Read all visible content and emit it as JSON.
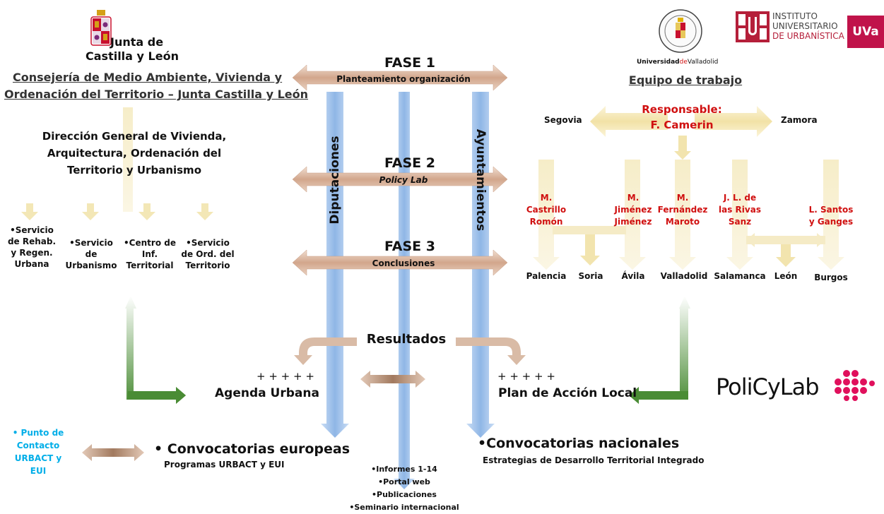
{
  "logos": {
    "junta_line1": "Junta de",
    "junta_line2": "Castilla y León",
    "uva_caption_a": "Universidad",
    "uva_caption_b": "de",
    "uva_caption_c": "Valladolid",
    "iu_line1": "INSTITUTO",
    "iu_line2": "UNIVERSITARIO",
    "iu_line3": "DE URBANÍSTICA",
    "uva_badge": "UVa",
    "policylab_a": "PoliCy",
    "policylab_b": "Lab"
  },
  "left": {
    "consejeria_line1": "Consejería de Medio Ambiente, Vivienda y",
    "consejeria_line2": "Ordenación del Territorio – Junta Castilla y León",
    "direccion_line1": "Dirección General de Vivienda,",
    "direccion_line2": "Arquitectura, Ordenación del",
    "direccion_line3": "Territorio y Urbanismo",
    "services": [
      {
        "l1": "•Servicio",
        "l2": "de Rehab.",
        "l3": "y Regen.",
        "l4": "Urbana"
      },
      {
        "l1": "•Servicio",
        "l2": "de",
        "l3": "Urbanismo",
        "l4": ""
      },
      {
        "l1": "•Centro de",
        "l2": "Inf.",
        "l3": "Territorial",
        "l4": ""
      },
      {
        "l1": "•Servicio",
        "l2": "de Ord. del",
        "l3": "Territorio",
        "l4": ""
      }
    ]
  },
  "center": {
    "fase1": "FASE 1",
    "fase1_band": "Planteamiento organización",
    "fase2": "FASE 2",
    "fase2_band": "Policy Lab",
    "fase3": "FASE 3",
    "fase3_band": "Conclusiones",
    "diputaciones": "Diputaciones",
    "ayuntamientos": "Ayuntamientos",
    "resultados": "Resultados",
    "plus_left": "+ + + + +",
    "plus_right": "+ + + + +",
    "agenda": "Agenda Urbana",
    "plan": "Plan de Acción Local",
    "outputs": [
      "•Informes 1-14",
      "•Portal web",
      "•Publicaciones",
      "•Seminario internacional"
    ]
  },
  "right": {
    "equipo": "Equipo de trabajo",
    "responsable_line1": "Responsable:",
    "responsable_line2": "F. Camerin",
    "segovia": "Segovia",
    "zamora": "Zamora",
    "members": [
      {
        "l1": "M.",
        "l2": "Castrillo",
        "l3": "Romón"
      },
      {
        "l1": "M.",
        "l2": "Jiménez",
        "l3": "Jiménez"
      },
      {
        "l1": "M.",
        "l2": "Fernández",
        "l3": "Maroto"
      },
      {
        "l1": "J. L. de",
        "l2": "las Rivas",
        "l3": "Sanz"
      },
      {
        "l1": "L. Santos",
        "l2": "y Ganges",
        "l3": ""
      }
    ],
    "cities": [
      "Palencia",
      "Soria",
      "Ávila",
      "Valladolid",
      "Salamanca",
      "León",
      "Burgos"
    ]
  },
  "bottom": {
    "punto_line1": "• Punto de",
    "punto_line2": "Contacto",
    "punto_line3": "URBACT y",
    "punto_line4": "EUI",
    "europeas": "• Convocatorias europeas",
    "europeas_sub": "Programas URBACT y EUI",
    "nacionales": "•Convocatorias nacionales",
    "nacionales_sub": "Estrategias de Desarrollo Territorial Integrado"
  },
  "colors": {
    "red_text": "#d01010",
    "cyan_text": "#00aee8",
    "uva_crimson": "#c0134a",
    "policylab_magenta": "#e0105c",
    "band_brown": "#d9b39a",
    "column_blue": "#9cc0ea",
    "yellow_arrow": "#f3e6b8",
    "green_arrow": "#4f8f3a"
  }
}
